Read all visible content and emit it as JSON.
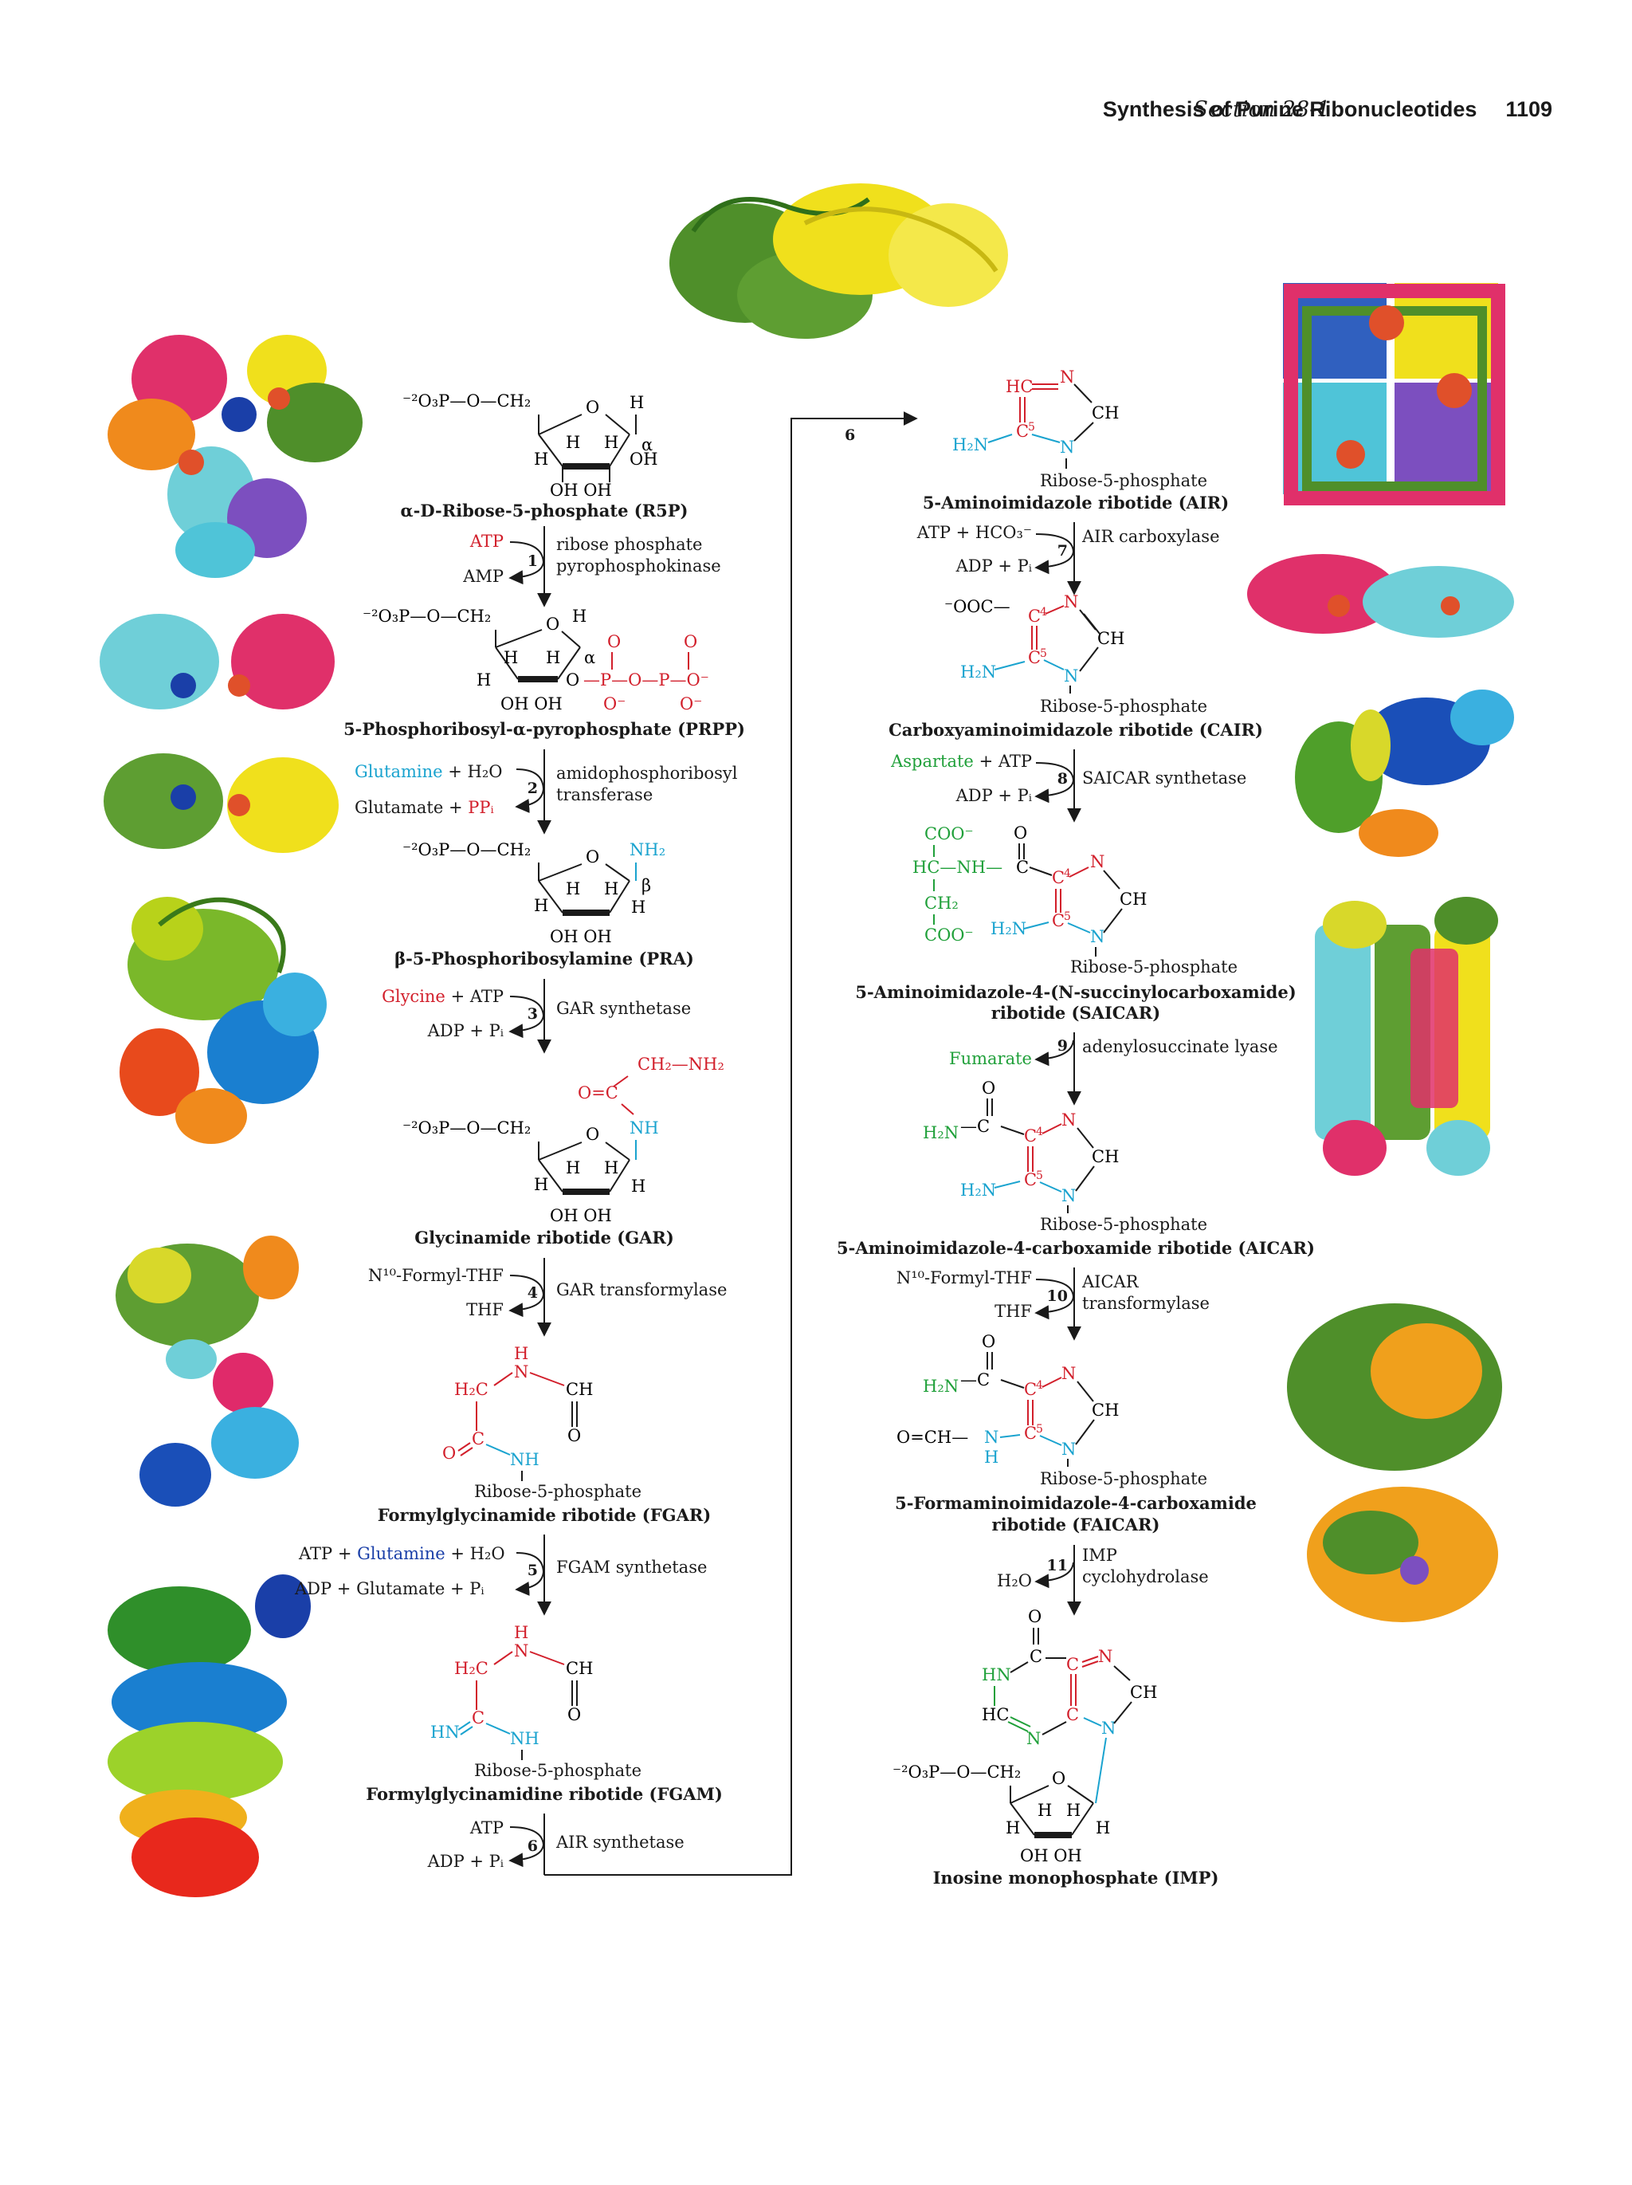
{
  "header": {
    "section": "Section 28-1.",
    "title": "Synthesis of Purine Ribonucleotides",
    "page": "1109"
  },
  "compounds": {
    "r5p": "α-D-Ribose-5-phosphate (R5P)",
    "prpp": "5-Phosphoribosyl-α-pyrophosphate (PRPP)",
    "pra": "β-5-Phosphoribosylamine (PRA)",
    "gar": "Glycinamide ribotide (GAR)",
    "fgar": "Formylglycinamide ribotide (FGAR)",
    "fgam": "Formylglycinamidine ribotide (FGAM)",
    "air": "5-Aminoimidazole ribotide (AIR)",
    "cair": "Carboxyaminoimidazole ribotide (CAIR)",
    "saicar_1": "5-Aminoimidazole-4-(N-succinylocarboxamide)",
    "saicar_2": "ribotide (SAICAR)",
    "aicar": "5-Aminoimidazole-4-carboxamide ribotide (AICAR)",
    "faicar_1": "5-Formaminoimidazole-4-carboxamide",
    "faicar_2": "ribotide (FAICAR)",
    "imp": "Inosine monophosphate (IMP)"
  },
  "ribose5p": "Ribose-5-phosphate",
  "steps": [
    {
      "n": "1",
      "in": "ATP",
      "out": "AMP",
      "enzyme": [
        "ribose phosphate",
        "pyrophosphokinase"
      ]
    },
    {
      "n": "2",
      "in_a": "Glutamine",
      "in_b": "+ H₂O",
      "out_a": "Glutamate +",
      "out_b": "PPᵢ",
      "enzyme": [
        "amidophosphoribosyl",
        "transferase"
      ]
    },
    {
      "n": "3",
      "in_a": "Glycine",
      "in_b": "+ ATP",
      "out": "ADP + Pᵢ",
      "enzyme": [
        "GAR synthetase"
      ]
    },
    {
      "n": "4",
      "in": "N¹⁰-Formyl-THF",
      "out": "THF",
      "enzyme": [
        "GAR transformylase"
      ]
    },
    {
      "n": "5",
      "in_a": "ATP +",
      "in_b": "Glutamine",
      "in_c": "+ H₂O",
      "out": "ADP + Glutamate + Pᵢ",
      "enzyme": [
        "FGAM synthetase"
      ]
    },
    {
      "n": "6",
      "in": "ATP",
      "out": "ADP + Pᵢ",
      "enzyme": [
        "AIR synthetase"
      ]
    },
    {
      "n": "7",
      "in": "ATP + HCO₃⁻",
      "out": "ADP + Pᵢ",
      "enzyme": [
        "AIR carboxylase"
      ]
    },
    {
      "n": "8",
      "in_a": "Aspartate",
      "in_b": "+ ATP",
      "out": "ADP + Pᵢ",
      "enzyme": [
        "SAICAR synthetase"
      ]
    },
    {
      "n": "9",
      "out": "Fumarate",
      "enzyme": [
        "adenylosuccinate lyase"
      ]
    },
    {
      "n": "10",
      "in": "N¹⁰-Formyl-THF",
      "out": "THF",
      "enzyme": [
        "AICAR",
        "transformylase"
      ]
    },
    {
      "n": "11",
      "out": "H₂O",
      "enzyme": [
        "IMP",
        "cyclohydrolase"
      ]
    }
  ],
  "connector_label": "6",
  "colors": {
    "red": "#d21f2b",
    "cyan": "#1aa3cf",
    "green": "#20a03a",
    "blue": "#1a3fa8",
    "yellow": "#f0e01c",
    "olive": "#4f8f2a",
    "pink": "#e0306a",
    "orange": "#f08a1c",
    "purple": "#7c4fbf"
  }
}
